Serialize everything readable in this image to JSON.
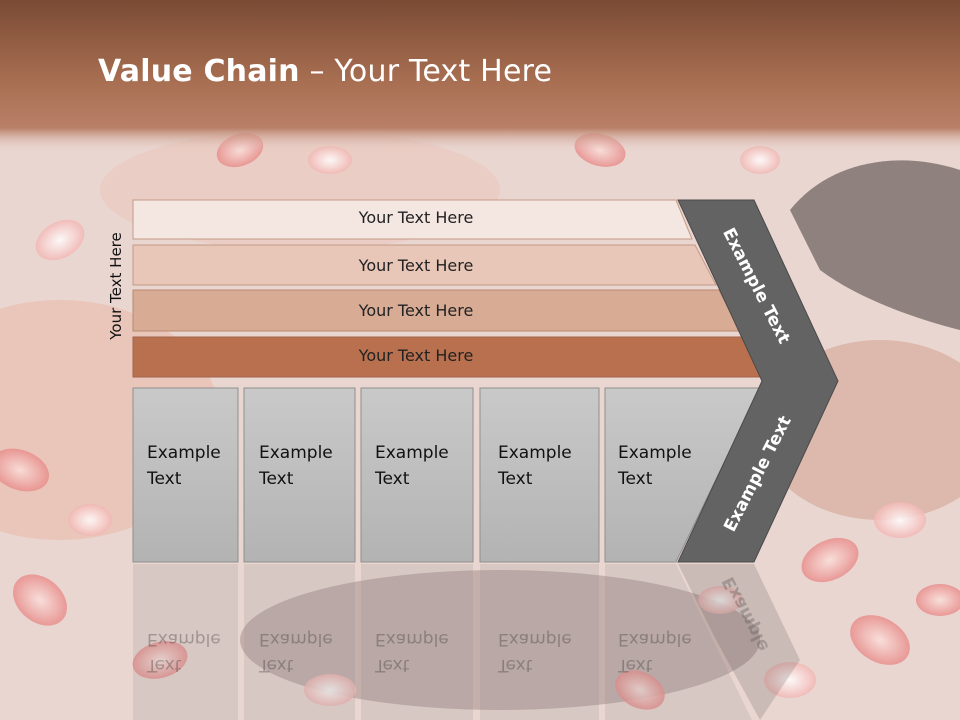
{
  "title": {
    "bold": "Value Chain",
    "rest": " – Your Text Here"
  },
  "side_label": "Your Text Here",
  "bands": [
    {
      "label": "Your Text Here"
    },
    {
      "label": "Your Text Here"
    },
    {
      "label": "Your Text Here"
    },
    {
      "label": "Your Text Here"
    }
  ],
  "columns": [
    {
      "line1": "Example",
      "line2": "Text"
    },
    {
      "line1": "Example",
      "line2": "Text"
    },
    {
      "line1": "Example",
      "line2": "Text"
    },
    {
      "line1": "Example",
      "line2": "Text"
    },
    {
      "line1": "Example",
      "line2": "Text"
    }
  ],
  "chevron": {
    "upper": "Example Text",
    "lower": "Example Text"
  },
  "reflection": {
    "columns": [
      {
        "line1": "Example",
        "line2": "Text"
      },
      {
        "line1": "Example",
        "line2": "Text"
      },
      {
        "line1": "Example",
        "line2": "Text"
      },
      {
        "line1": "Example",
        "line2": "Text"
      },
      {
        "line1": "Example",
        "line2": "Text"
      }
    ],
    "chevron": "Example"
  },
  "colors": {
    "header_top": "#7a4b34",
    "header_bottom": "#a96f52",
    "band1": "#f4e6e1",
    "band2": "#e8c7b8",
    "band3": "#d8ab94",
    "band4": "#b8704f",
    "column": "#bdbdbd",
    "chevron": "#636363"
  }
}
